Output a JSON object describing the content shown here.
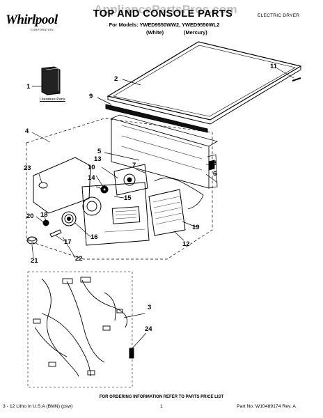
{
  "header": {
    "brand": "Whirlpool",
    "brand_sub": "CORPORATION",
    "title": "TOP AND CONSOLE PARTS",
    "models_line": "For Models: YWED9550WW2, YWED9550WL2",
    "variant_white": "(White)",
    "variant_mercury": "(Mercury)",
    "doc_type": "ELECTRIC DRYER",
    "watermark": "AppliancePartsPros.com"
  },
  "diagram": {
    "literature_label": "Literature Parts",
    "callouts": [
      "1",
      "2",
      "3",
      "4",
      "5",
      "6",
      "7",
      "8",
      "9",
      "10",
      "11",
      "12",
      "13",
      "14",
      "15",
      "16",
      "17",
      "18",
      "19",
      "20",
      "21",
      "22",
      "23",
      "24"
    ]
  },
  "footer": {
    "ordering_note": "FOR ORDERING INFORMATION REFER TO PARTS PRICE LIST",
    "litho": "3 - 12 Litho in U.S.A (BMN) (psw)",
    "page": "1",
    "part_no": "Part No. W10489174 Rev. A"
  }
}
